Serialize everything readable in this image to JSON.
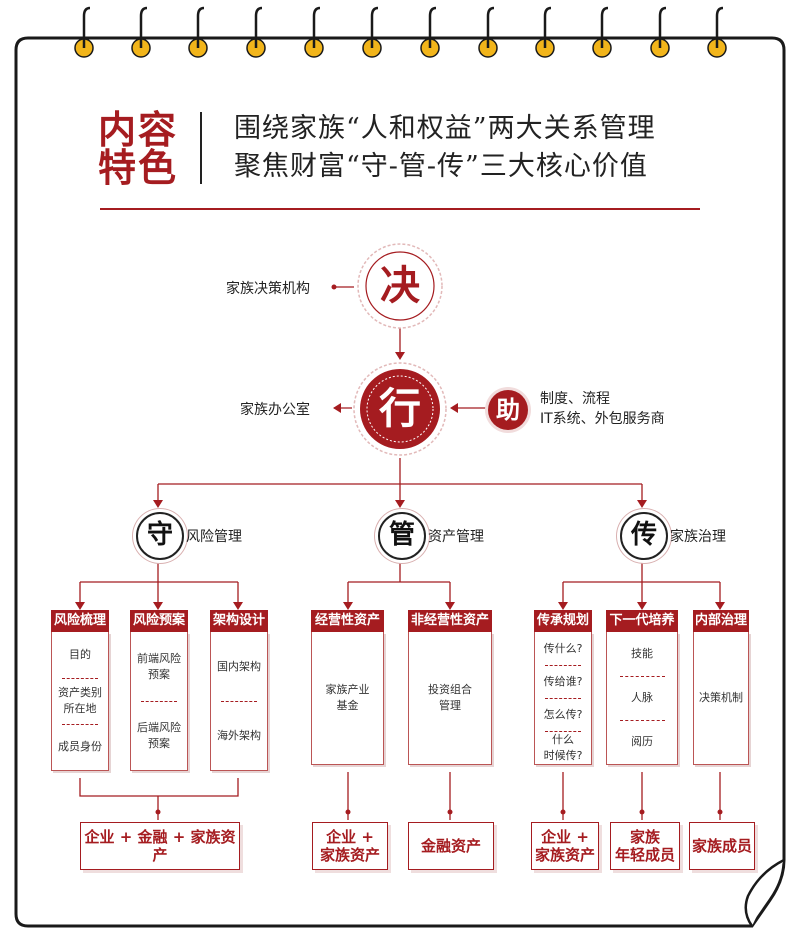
{
  "header": {
    "badge_top": "内容",
    "badge_bottom": "特色",
    "line1": "围绕家族“人和权益”两大关系管理",
    "line2": "聚焦财富“守-管-传”三大核心价值"
  },
  "top_nodes": {
    "decide": {
      "char": "决",
      "label": "家族决策机构"
    },
    "act": {
      "char": "行",
      "label": "家族办公室"
    },
    "help": {
      "char": "助",
      "label_line1": "制度、流程",
      "label_line2": "IT系统、外包服务商"
    }
  },
  "pillars": [
    {
      "char": "守",
      "label": "风险管理",
      "columns": [
        {
          "title": "风险梳理",
          "items": [
            "目的",
            "资产类别\n所在地",
            "成员身份"
          ]
        },
        {
          "title": "风险预案",
          "items": [
            "前端风险\n预案",
            "后端风险\n预案"
          ]
        },
        {
          "title": "架构设计",
          "items": [
            "国内架构",
            "海外架构"
          ]
        }
      ],
      "outcomes": [
        "企业 + 金融 + 家族资产"
      ]
    },
    {
      "char": "管",
      "label": "资产管理",
      "columns": [
        {
          "title": "经营性资产",
          "items": [
            "家族产业\n基金"
          ]
        },
        {
          "title": "非经营性资产",
          "items": [
            "投资组合\n管理"
          ]
        }
      ],
      "outcomes": [
        "企业 +\n家族资产",
        "金融资产"
      ]
    },
    {
      "char": "传",
      "label": "家族治理",
      "columns": [
        {
          "title": "传承规划",
          "items": [
            "传什么?",
            "传给谁?",
            "怎么传?",
            "什么\n时候传?"
          ]
        },
        {
          "title": "下一代培养",
          "items": [
            "技能",
            "人脉",
            "阅历"
          ]
        },
        {
          "title": "内部治理",
          "items": [
            "决策机制"
          ]
        }
      ],
      "outcomes": [
        "企业 +\n家族资产",
        "家族\n年轻成员",
        "家族成员"
      ]
    }
  ],
  "colors": {
    "accent": "#a51c20",
    "ring": "#e9c8c8",
    "line": "#a51c20"
  }
}
